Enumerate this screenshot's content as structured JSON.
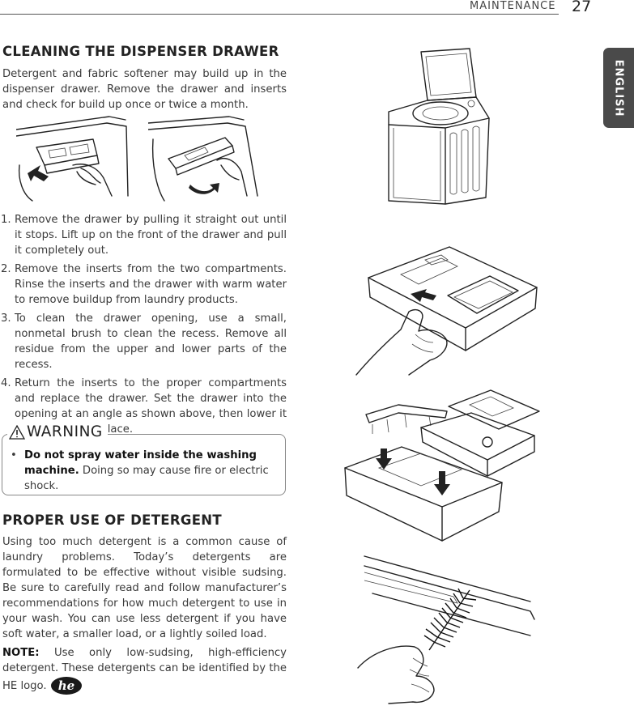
{
  "header": {
    "section": "MAINTENANCE",
    "page_number": "27"
  },
  "language_tab": "ENGLISH",
  "dispenser": {
    "title": "CLEANING THE DISPENSER DRAWER",
    "intro": "Detergent and fabric softener may build up in the dispenser drawer. Remove the drawer and inserts and check for build up once or twice a month.",
    "steps": [
      {
        "num": "1.",
        "text": "Remove the drawer by pulling it straight out until it stops. Lift up on the front of the drawer and pull it completely out."
      },
      {
        "num": "2.",
        "text": "Remove the inserts from the two compartments. Rinse the inserts and the drawer with warm water to remove buildup from laundry products."
      },
      {
        "num": "3.",
        "text": "To clean the drawer opening, use a small, nonmetal brush to clean the recess. Remove all residue from the upper and lower parts of the recess."
      },
      {
        "num": "4.",
        "text": "Return the inserts to the proper compartments and replace the drawer. Set the drawer into the opening at an angle as shown above, then lower it and slide it into place."
      }
    ]
  },
  "warning": {
    "title": "WARNING",
    "bold": "Do not spray water inside the washing machine.",
    "text": " Doing so may cause fire or electric shock."
  },
  "detergent": {
    "title": "PROPER USE OF DETERGENT",
    "body": "Using too much detergent is a common cause of laundry problems. Today’s detergents are formulated to be effective without visible sudsing. Be sure to carefully read and follow manufacturer’s recommendations for how much detergent to use in your wash. You can use less detergent if you have soft water, a smaller load, or a lightly soiled load.",
    "note_label": "NOTE:",
    "note_text": " Use only low-sudsing, high-efficiency detergent. These detergents can be identified by the HE logo.",
    "logo_text": "he"
  }
}
